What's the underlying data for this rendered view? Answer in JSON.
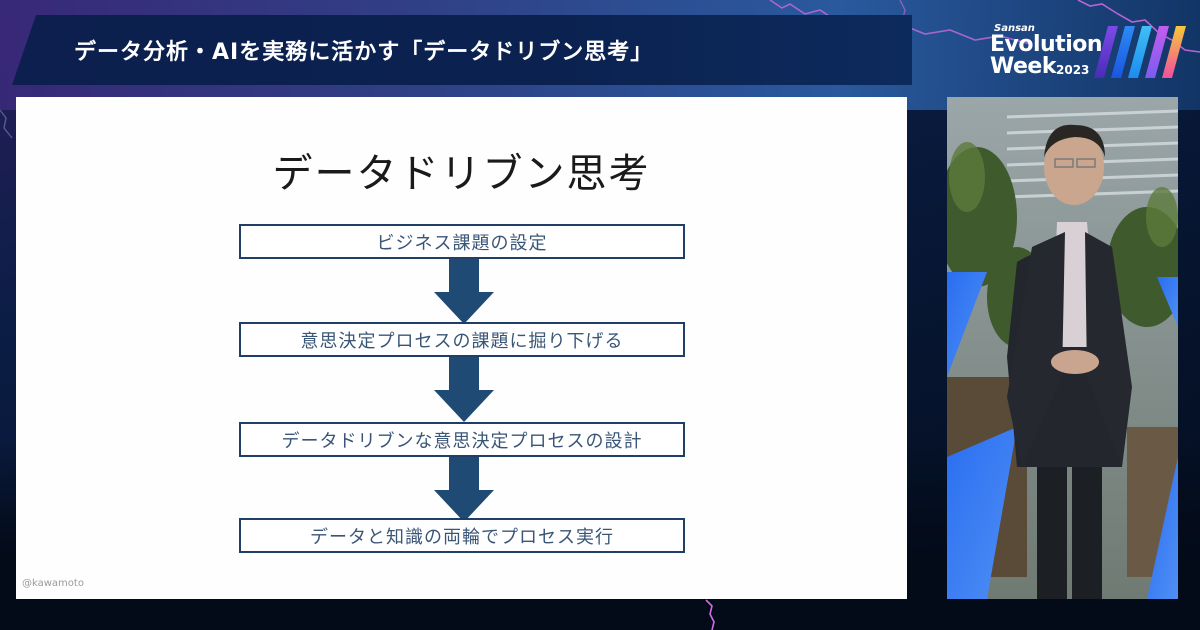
{
  "header": {
    "title": "データ分析・AIを実務に活かす「データドリブン思考」"
  },
  "logo": {
    "brand": "Sansan",
    "line1": "Evolution",
    "line2": "Week",
    "year": "2023",
    "stripe_colors": [
      "#6a3fd8",
      "#1f6ff0",
      "#23a8f2",
      "#b45cf0",
      "#f54fb0",
      "#f7c83a"
    ]
  },
  "slide": {
    "title": "データドリブン思考",
    "steps": [
      "ビジネス課題の設定",
      "意思決定プロセスの課題に掘り下げる",
      "データドリブンな意思決定プロセスの設計",
      "データと知識の両輪でプロセス実行"
    ],
    "credit": "@kawamoto",
    "accent_color": "#1f4a73"
  },
  "video": {
    "description": "speaker-camera-feed"
  }
}
